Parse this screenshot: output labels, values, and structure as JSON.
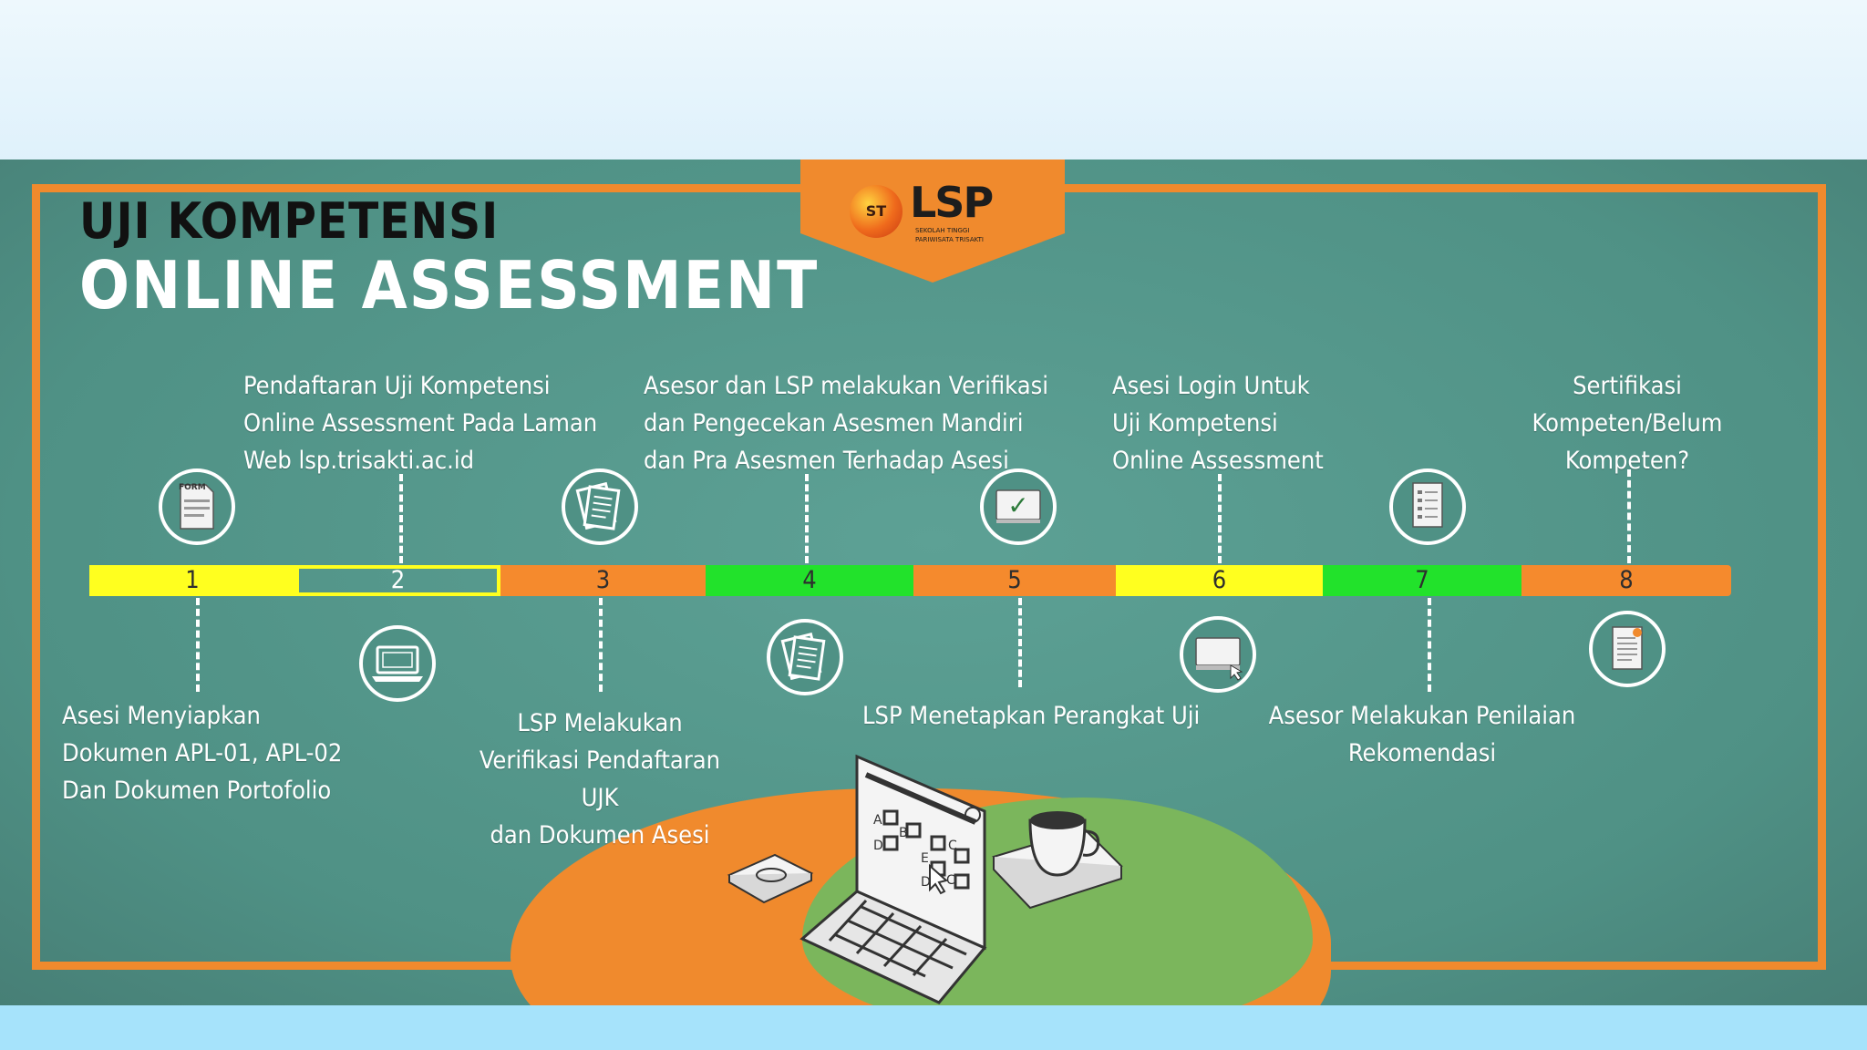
{
  "header": {
    "title_line1": "UJI KOMPETENSI",
    "title_line2": "ONLINE ASSESSMENT"
  },
  "logo": {
    "text": "LSP",
    "mark": "ST",
    "subtitle_line1": "SEKOLAH TINGGI",
    "subtitle_line2": "PARIWISATA TRISAKTI"
  },
  "timeline": {
    "segments": [
      {
        "number": "1",
        "color": "#ffff1f"
      },
      {
        "number": "2",
        "color": "#ffff1f"
      },
      {
        "number": "3",
        "color": "#f58a2d"
      },
      {
        "number": "4",
        "color": "#22e22b"
      },
      {
        "number": "5",
        "color": "#f58a2d"
      },
      {
        "number": "6",
        "color": "#ffff1f"
      },
      {
        "number": "7",
        "color": "#22e22b"
      },
      {
        "number": "8",
        "color": "#f58a2d"
      }
    ]
  },
  "steps": {
    "s1": "Asesi Menyiapkan\nDokumen APL-01, APL-02\nDan Dokumen Portofolio",
    "s2": "Pendaftaran Uji Kompetensi\nOnline Assessment Pada Laman\nWeb lsp.trisakti.ac.id",
    "s3": "LSP Melakukan\nVerifikasi Pendaftaran UJK\ndan Dokumen Asesi",
    "s4": "Asesor dan LSP melakukan Verifikasi\ndan Pengecekan Asesmen Mandiri\ndan Pra Asesmen Terhadap Asesi",
    "s5": "LSP Menetapkan Perangkat Uji",
    "s6": "Asesi Login Untuk\nUji Kompetensi\nOnline Assessment",
    "s7": "Asesor Melakukan Penilaian\nRekomendasi",
    "s8": "Sertifikasi\nKompeten/Belum Kompeten?"
  },
  "icons": {
    "step1": "form-document-icon",
    "step2": "laptop-icon",
    "step3": "stacked-documents-icon",
    "step4": "stacked-documents-icon",
    "step5": "checkmark-screen-icon",
    "step6": "computer-cursor-icon",
    "step7": "checklist-icon",
    "step8": "certificate-icon",
    "form_tag": "FORM",
    "check": "✓"
  },
  "illustration": {
    "keys": [
      "A",
      "B",
      "C",
      "D",
      "E",
      "C",
      "D"
    ]
  }
}
